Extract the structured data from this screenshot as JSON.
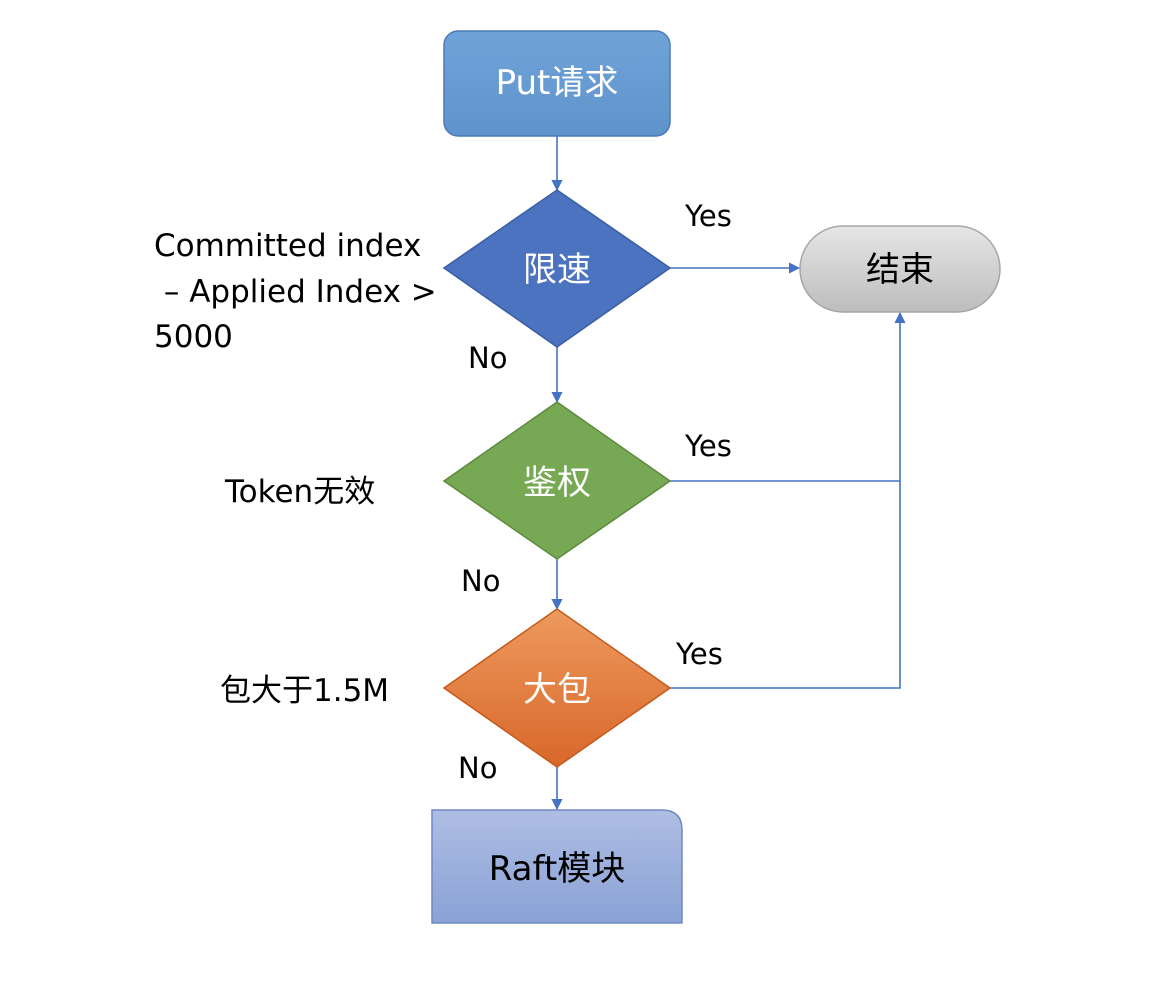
{
  "nodes": {
    "start": {
      "label": "Put请求",
      "color": "#6a9fd4"
    },
    "rate_limit": {
      "label": "限速",
      "color": "#4b73bf",
      "condition_lines": [
        "Committed index",
        " – Applied Index >",
        "5000"
      ]
    },
    "auth": {
      "label": "鉴权",
      "color": "#77a853",
      "condition": "Token无效"
    },
    "big_packet": {
      "label": "大包",
      "color": "#e27a3a",
      "condition": "包大于1.5M"
    },
    "end": {
      "label": "结束",
      "color": "#cfcfcf"
    },
    "raft": {
      "label": "Raft模块",
      "color": "#8ea9db"
    }
  },
  "edge_labels": {
    "rate_yes": "Yes",
    "rate_no": "No",
    "auth_yes": "Yes",
    "auth_no": "No",
    "big_yes": "Yes",
    "big_no": "No"
  },
  "colors": {
    "line": "#4472c4"
  }
}
